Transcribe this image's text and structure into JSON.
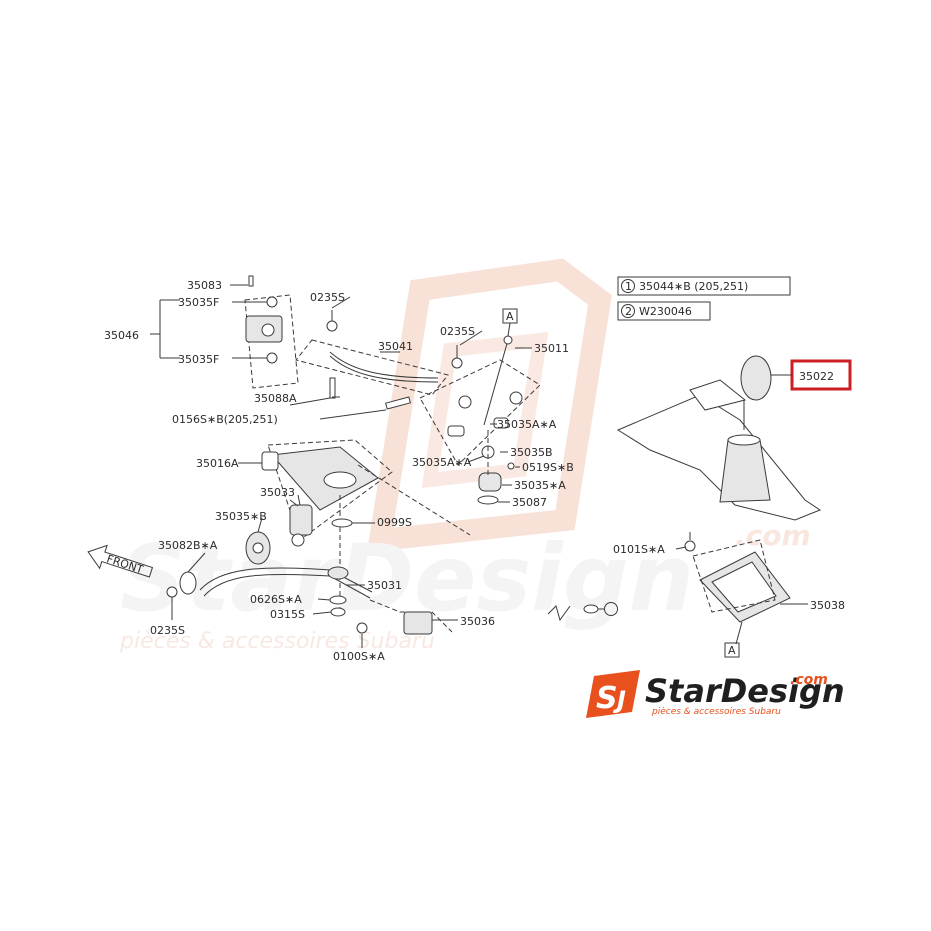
{
  "colors": {
    "line": "#3a3a3a",
    "highlight": "#cc1f24",
    "brand_orange": "#e8501e",
    "watermark": "#f0d6cc"
  },
  "icons": {
    "sd_logo": "stardesign-logo-icon",
    "callout_1": "circled-one-icon",
    "callout_2": "circled-two-icon",
    "ref_a": "reference-box-a-icon",
    "front_arrow": "front-arrow-icon"
  },
  "legend": {
    "item1_num": "1",
    "item1_text": "35044∗B  (205,251)",
    "item2_num": "2",
    "item2_text": "W230046"
  },
  "highlight_label": "35022",
  "front_label": "FRONT",
  "watermark": {
    "main": "StarDesign",
    "com": ".com",
    "tagline": "pièces & accessoires Subaru"
  },
  "brand": {
    "name": "StarDesign",
    "com": ".com",
    "tagline": "pièces & accessoires Subaru"
  },
  "labels": {
    "p35083": "35083",
    "p35035F_top": "35035F",
    "p35046": "35046",
    "p35035F_bot": "35035F",
    "p0235S_top": "0235S",
    "p35041": "35041",
    "p35088A": "35088A",
    "p0156S": "0156S∗B(205,251)",
    "p0235S_mid": "0235S",
    "p35011": "35011",
    "p35035AA_right": "35035A∗A",
    "p35035AA_left": "35035A∗A",
    "p35035B": "35035B",
    "p0519S": "0519S∗B",
    "p35035A": "35035∗A",
    "p35087": "35087",
    "p35016A": "35016A",
    "p35033": "35033",
    "p35035B2": "35035∗B",
    "p0999S": "0999S",
    "p35082B": "35082B∗A",
    "p35031": "35031",
    "p0626S": "0626S∗A",
    "p0315S": "0315S",
    "p35036": "35036",
    "p0235S_bot": "0235S",
    "p0100S": "0100S∗A",
    "p0101S": "0101S∗A",
    "p35038": "35038",
    "refA_top": "A",
    "refA_bot": "A"
  }
}
